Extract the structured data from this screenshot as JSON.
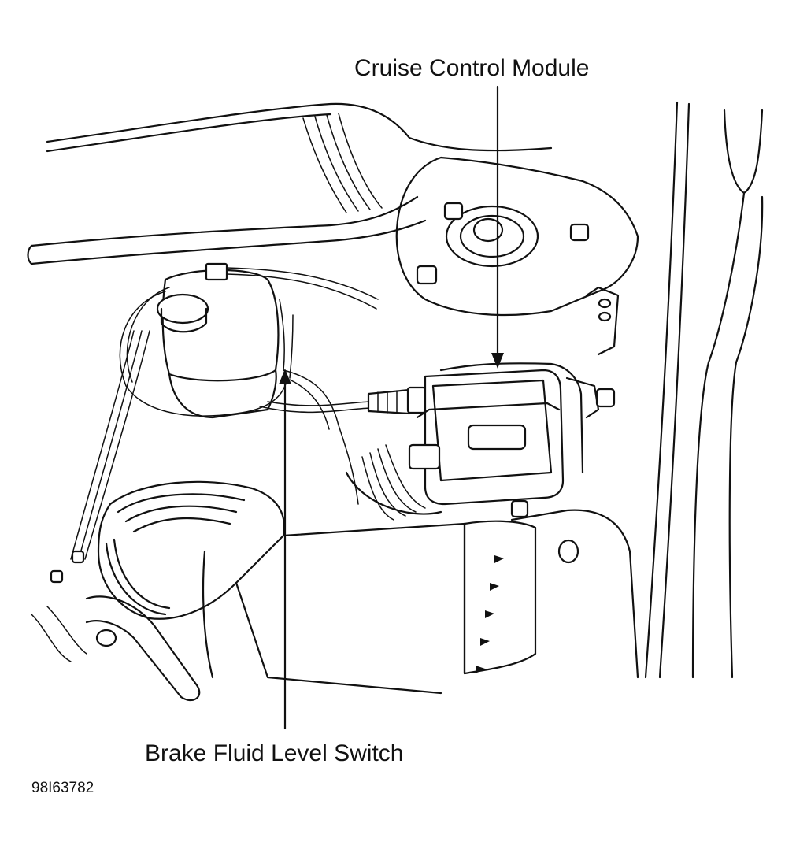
{
  "labels": {
    "cruise_control_module": "Cruise Control Module",
    "brake_fluid_level_switch": "Brake Fluid Level Switch",
    "figure_id": "98I63782"
  },
  "colors": {
    "line": "#111111",
    "background": "#ffffff"
  }
}
